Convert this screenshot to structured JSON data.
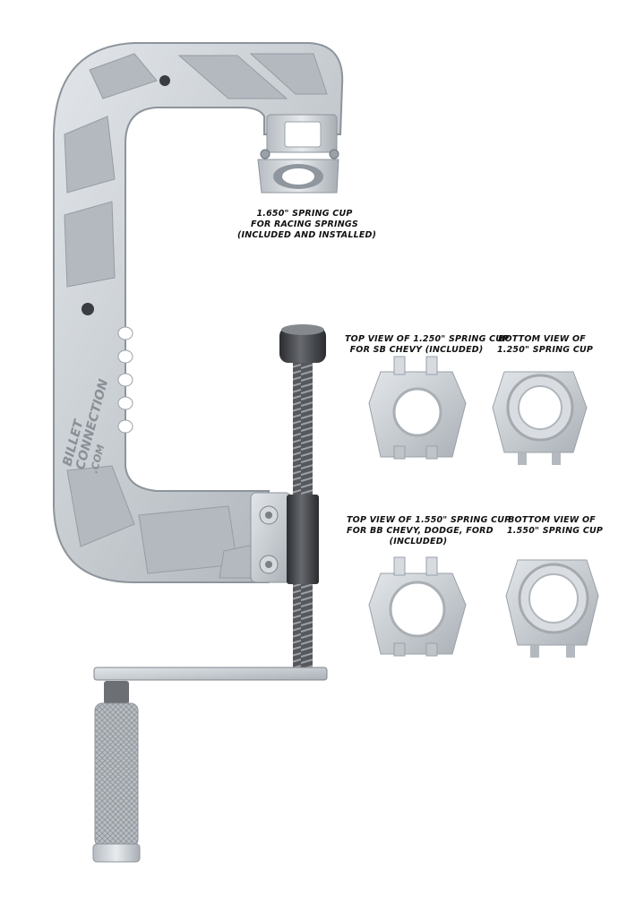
{
  "product": {
    "brand_lines": [
      "BILLET",
      "CONNECTION",
      ".COM"
    ]
  },
  "captions": {
    "spring_cup_1650": {
      "lines": [
        "1.650\" SPRING CUP",
        "FOR RACING SPRINGS",
        "(INCLUDED AND INSTALLED)"
      ]
    },
    "top_view_1250": {
      "lines": [
        "TOP VIEW OF 1.250\" SPRING CUP",
        "FOR SB CHEVY (INCLUDED)"
      ]
    },
    "bottom_view_1250": {
      "lines": [
        "BOTTOM VIEW OF",
        "1.250\" SPRING CUP"
      ]
    },
    "top_view_1550": {
      "lines": [
        "TOP VIEW OF 1.550\" SPRING CUP",
        "FOR BB CHEVY, DODGE, FORD",
        "(INCLUDED)"
      ]
    },
    "bottom_view_1550": {
      "lines": [
        "BOTTOM VIEW OF",
        "1.550\" SPRING CUP"
      ]
    }
  },
  "colors": {
    "background": "#ffffff",
    "billet_aluminum": "#c9ced3",
    "billet_shadow": "#9aa1a8",
    "steel_dark": "#3d3f42",
    "thread": "#6a6c70"
  }
}
